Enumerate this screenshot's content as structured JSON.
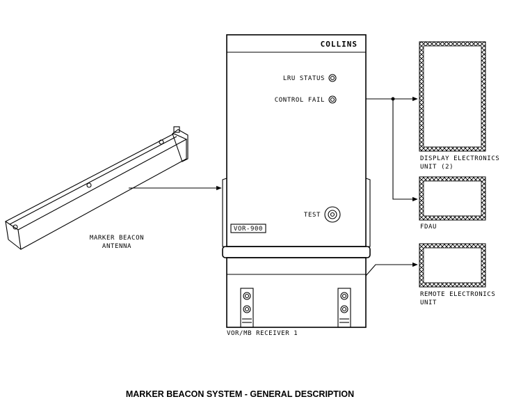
{
  "receiver": {
    "brand": "COLLINS",
    "lru_status_label": "LRU STATUS",
    "control_fail_label": "CONTROL FAIL",
    "test_label": "TEST",
    "model_label": "VOR-900",
    "name": "VOR/MB RECEIVER 1"
  },
  "antenna": {
    "label_line1": "MARKER BEACON",
    "label_line2": "ANTENNA"
  },
  "units": {
    "display": {
      "label_line1": "DISPLAY ELECTRONICS",
      "label_line2": "UNIT (2)"
    },
    "fdau": {
      "label": "FDAU"
    },
    "remote": {
      "label_line1": "REMOTE ELECTRONICS",
      "label_line2": "UNIT"
    }
  },
  "caption": "MARKER BEACON SYSTEM - GENERAL DESCRIPTION",
  "colors": {
    "ink": "#000000",
    "background": "#ffffff"
  }
}
